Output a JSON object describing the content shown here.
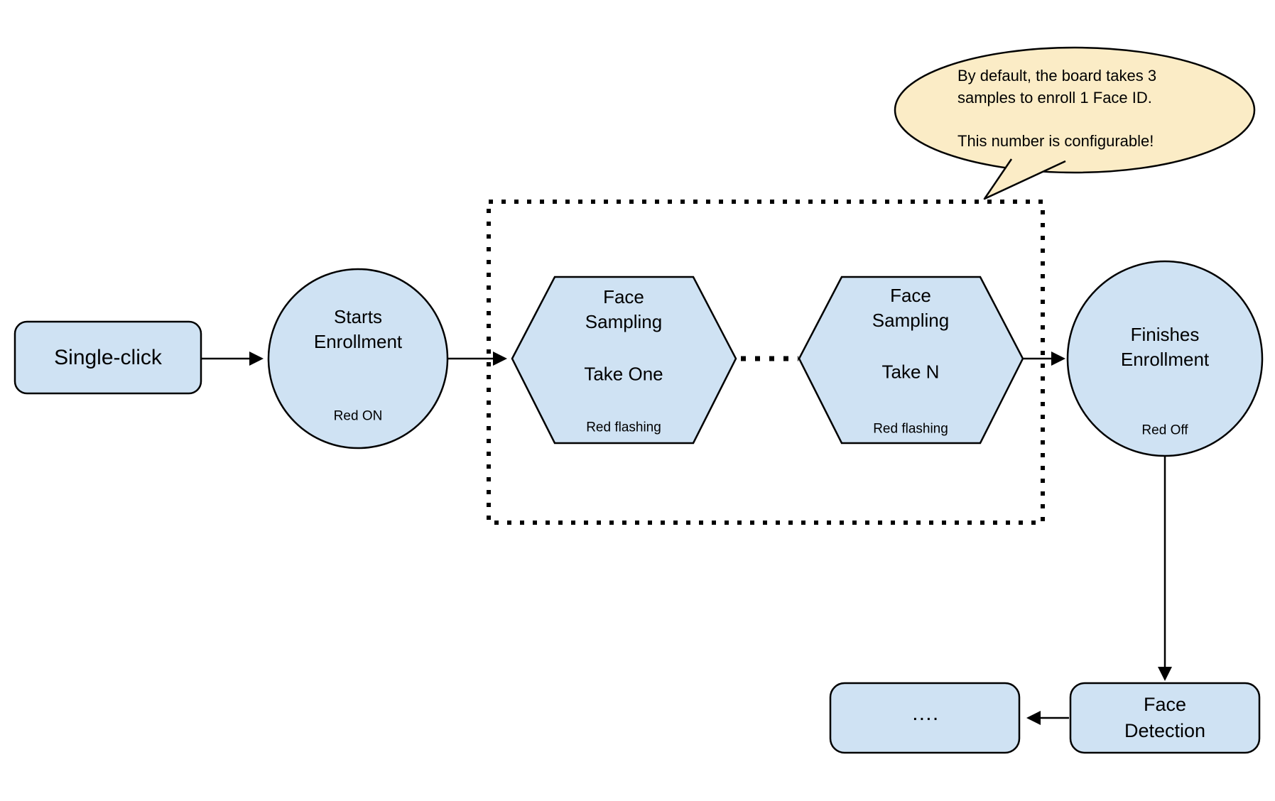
{
  "colors": {
    "node_fill": "#cfe2f3",
    "node_stroke": "#000000",
    "callout_fill": "#fbecc6",
    "line_color": "#000000",
    "background": "#ffffff"
  },
  "nodes": {
    "single_click": {
      "label": "Single-click"
    },
    "starts_enrollment": {
      "label": "Starts\nEnrollment",
      "status": "Red ON"
    },
    "face_sampling_first": {
      "label": "Face\nSampling",
      "take": "Take One",
      "status": "Red flashing"
    },
    "face_sampling_nth": {
      "label": "Face\nSampling",
      "take": "Take N",
      "status": "Red flashing"
    },
    "finishes_enrollment": {
      "label": "Finishes\nEnrollment",
      "status": "Red Off"
    },
    "face_detection": {
      "label": "Face\nDetection"
    },
    "continuation": {
      "label": "…."
    }
  },
  "callout": {
    "text": "By default, the board takes 3\nsamples to enroll 1 Face ID.\n\nThis number is configurable!"
  }
}
